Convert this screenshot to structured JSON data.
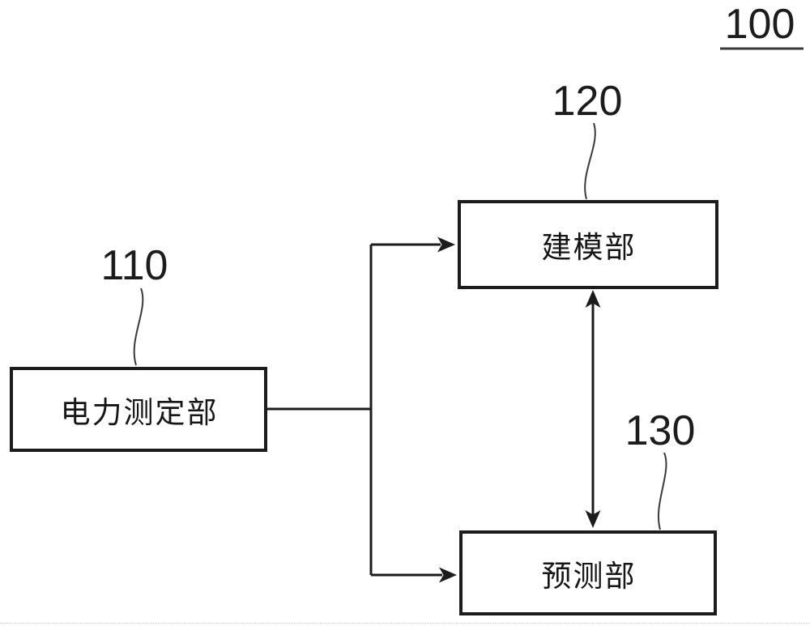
{
  "figure": {
    "reference_label": "100",
    "blocks": [
      {
        "ref": "110",
        "label": "电力测定部"
      },
      {
        "ref": "120",
        "label": "建模部"
      },
      {
        "ref": "130",
        "label": "预测部"
      }
    ],
    "colors": {
      "ink": "#1c1c1c",
      "leader": "#3a3a3a",
      "background": "#ffffff"
    }
  }
}
